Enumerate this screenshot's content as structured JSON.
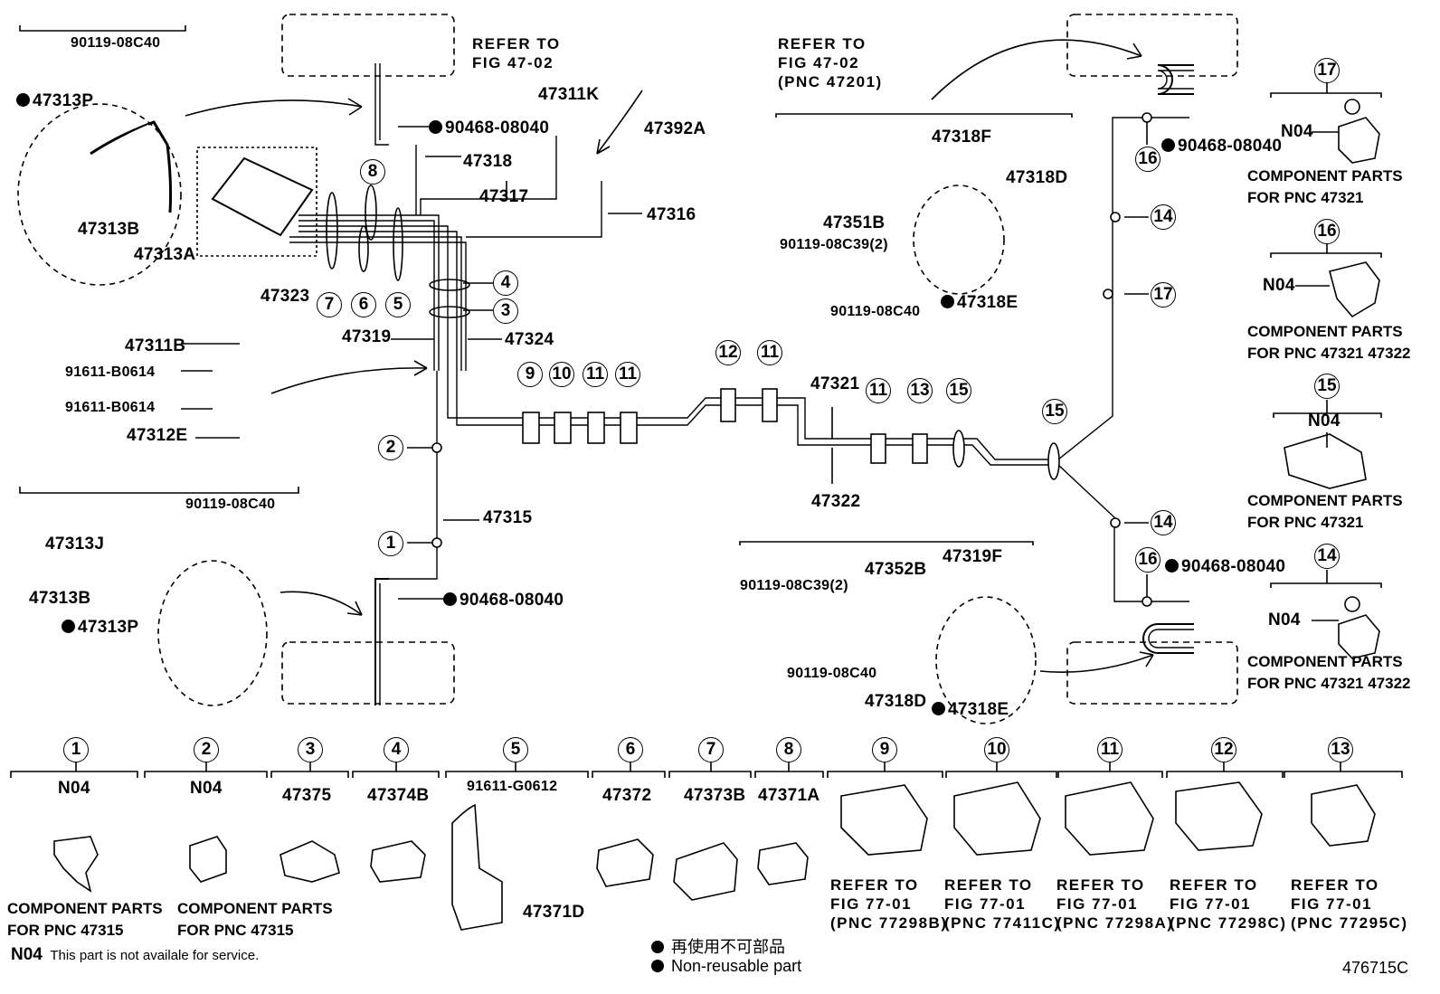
{
  "refer_top_left": [
    "REFER TO",
    "FIG 47-02"
  ],
  "refer_top_right": [
    "REFER TO",
    "FIG 47-02",
    "(PNC 47201)"
  ],
  "labels": {
    "p90119_08c40_a": "90119-08C40",
    "p47313p_a": "47313P",
    "p47313b_a": "47313B",
    "p47313a": "47313A",
    "p90468_a": "90468-08040",
    "p47318": "47318",
    "p47317": "47317",
    "p47316": "47316",
    "p47311k": "47311K",
    "p47392a": "47392A",
    "p47323": "47323",
    "p47319": "47319",
    "p47324": "47324",
    "p47311b": "47311B",
    "p91611_a": "91611-B0614",
    "p91611_b": "91611-B0614",
    "p47312e": "47312E",
    "p47315": "47315",
    "p90119_08c40_b": "90119-08C40",
    "p47313j": "47313J",
    "p47313b_b": "47313B",
    "p47313p_b": "47313P",
    "p90468_b": "90468-08040",
    "p47321": "47321",
    "p47322": "47322",
    "p47318f": "47318F",
    "p47318d_a": "47318D",
    "p47351b": "47351B",
    "p90119_08c39_a": "90119-08C39(2)",
    "p90119_08c40_c": "90119-08C40",
    "p47318e_a": "47318E",
    "p47352b": "47352B",
    "p47319f": "47319F",
    "p90119_08c39_b": "90119-08C39(2)",
    "p90119_08c40_d": "90119-08C40",
    "p47318d_b": "47318D",
    "p47318e_b": "47318E",
    "p90468_c": "90468-08040",
    "p90468_d": "90468-08040"
  },
  "clamps": [
    {
      "no": "1",
      "label": "N04",
      "caption": [
        "COMPONENT PARTS",
        "FOR PNC 47315"
      ]
    },
    {
      "no": "2",
      "label": "N04",
      "caption": [
        "COMPONENT PARTS",
        "FOR PNC 47315"
      ]
    },
    {
      "no": "3",
      "label": "47375"
    },
    {
      "no": "4",
      "label": "47374B"
    },
    {
      "no": "5",
      "label": "91611-G0612",
      "sub": "47371D"
    },
    {
      "no": "6",
      "label": "47372"
    },
    {
      "no": "7",
      "label": "47373B"
    },
    {
      "no": "8",
      "label": "47371A"
    },
    {
      "no": "9",
      "refer": [
        "REFER TO",
        "FIG 77-01",
        "(PNC 77298B)"
      ]
    },
    {
      "no": "10",
      "refer": [
        "REFER TO",
        "FIG 77-01",
        "(PNC 77411C)"
      ]
    },
    {
      "no": "11",
      "refer": [
        "REFER TO",
        "FIG 77-01",
        "(PNC 77298A)"
      ]
    },
    {
      "no": "12",
      "refer": [
        "REFER TO",
        "FIG 77-01",
        "(PNC 77298C)"
      ]
    },
    {
      "no": "13",
      "refer": [
        "REFER TO",
        "FIG 77-01",
        "(PNC 77295C)"
      ]
    }
  ],
  "side_components": [
    {
      "no": "17",
      "label": "N04",
      "caption": [
        "COMPONENT PARTS",
        "FOR PNC 47321"
      ]
    },
    {
      "no": "16",
      "label": "N04",
      "caption": [
        "COMPONENT PARTS",
        "FOR PNC 47321 47322"
      ]
    },
    {
      "no": "15",
      "label": "N04",
      "caption": [
        "COMPONENT PARTS",
        "FOR PNC 47321"
      ]
    },
    {
      "no": "14",
      "label": "N04",
      "caption": [
        "COMPONENT PARTS",
        "FOR PNC 47321 47322"
      ]
    }
  ],
  "callouts": {
    "c1": "1",
    "c2": "2",
    "c3": "3",
    "c4": "4",
    "c5": "5",
    "c6": "6",
    "c7": "7",
    "c8": "8",
    "c9": "9",
    "c10": "10",
    "c11a": "11",
    "c11b": "11",
    "c12": "12",
    "c11c": "11",
    "c11d": "11",
    "c13": "13",
    "c15a": "15",
    "c15b": "15",
    "c16a": "16",
    "c16b": "16",
    "c14a": "14",
    "c14b": "14",
    "c17": "17"
  },
  "footnote": {
    "code": "N04",
    "text": "This part is not availale for service."
  },
  "legend": {
    "jp": "再使用不可部品",
    "en": "Non-reusable part"
  },
  "figure_id": "476715C"
}
